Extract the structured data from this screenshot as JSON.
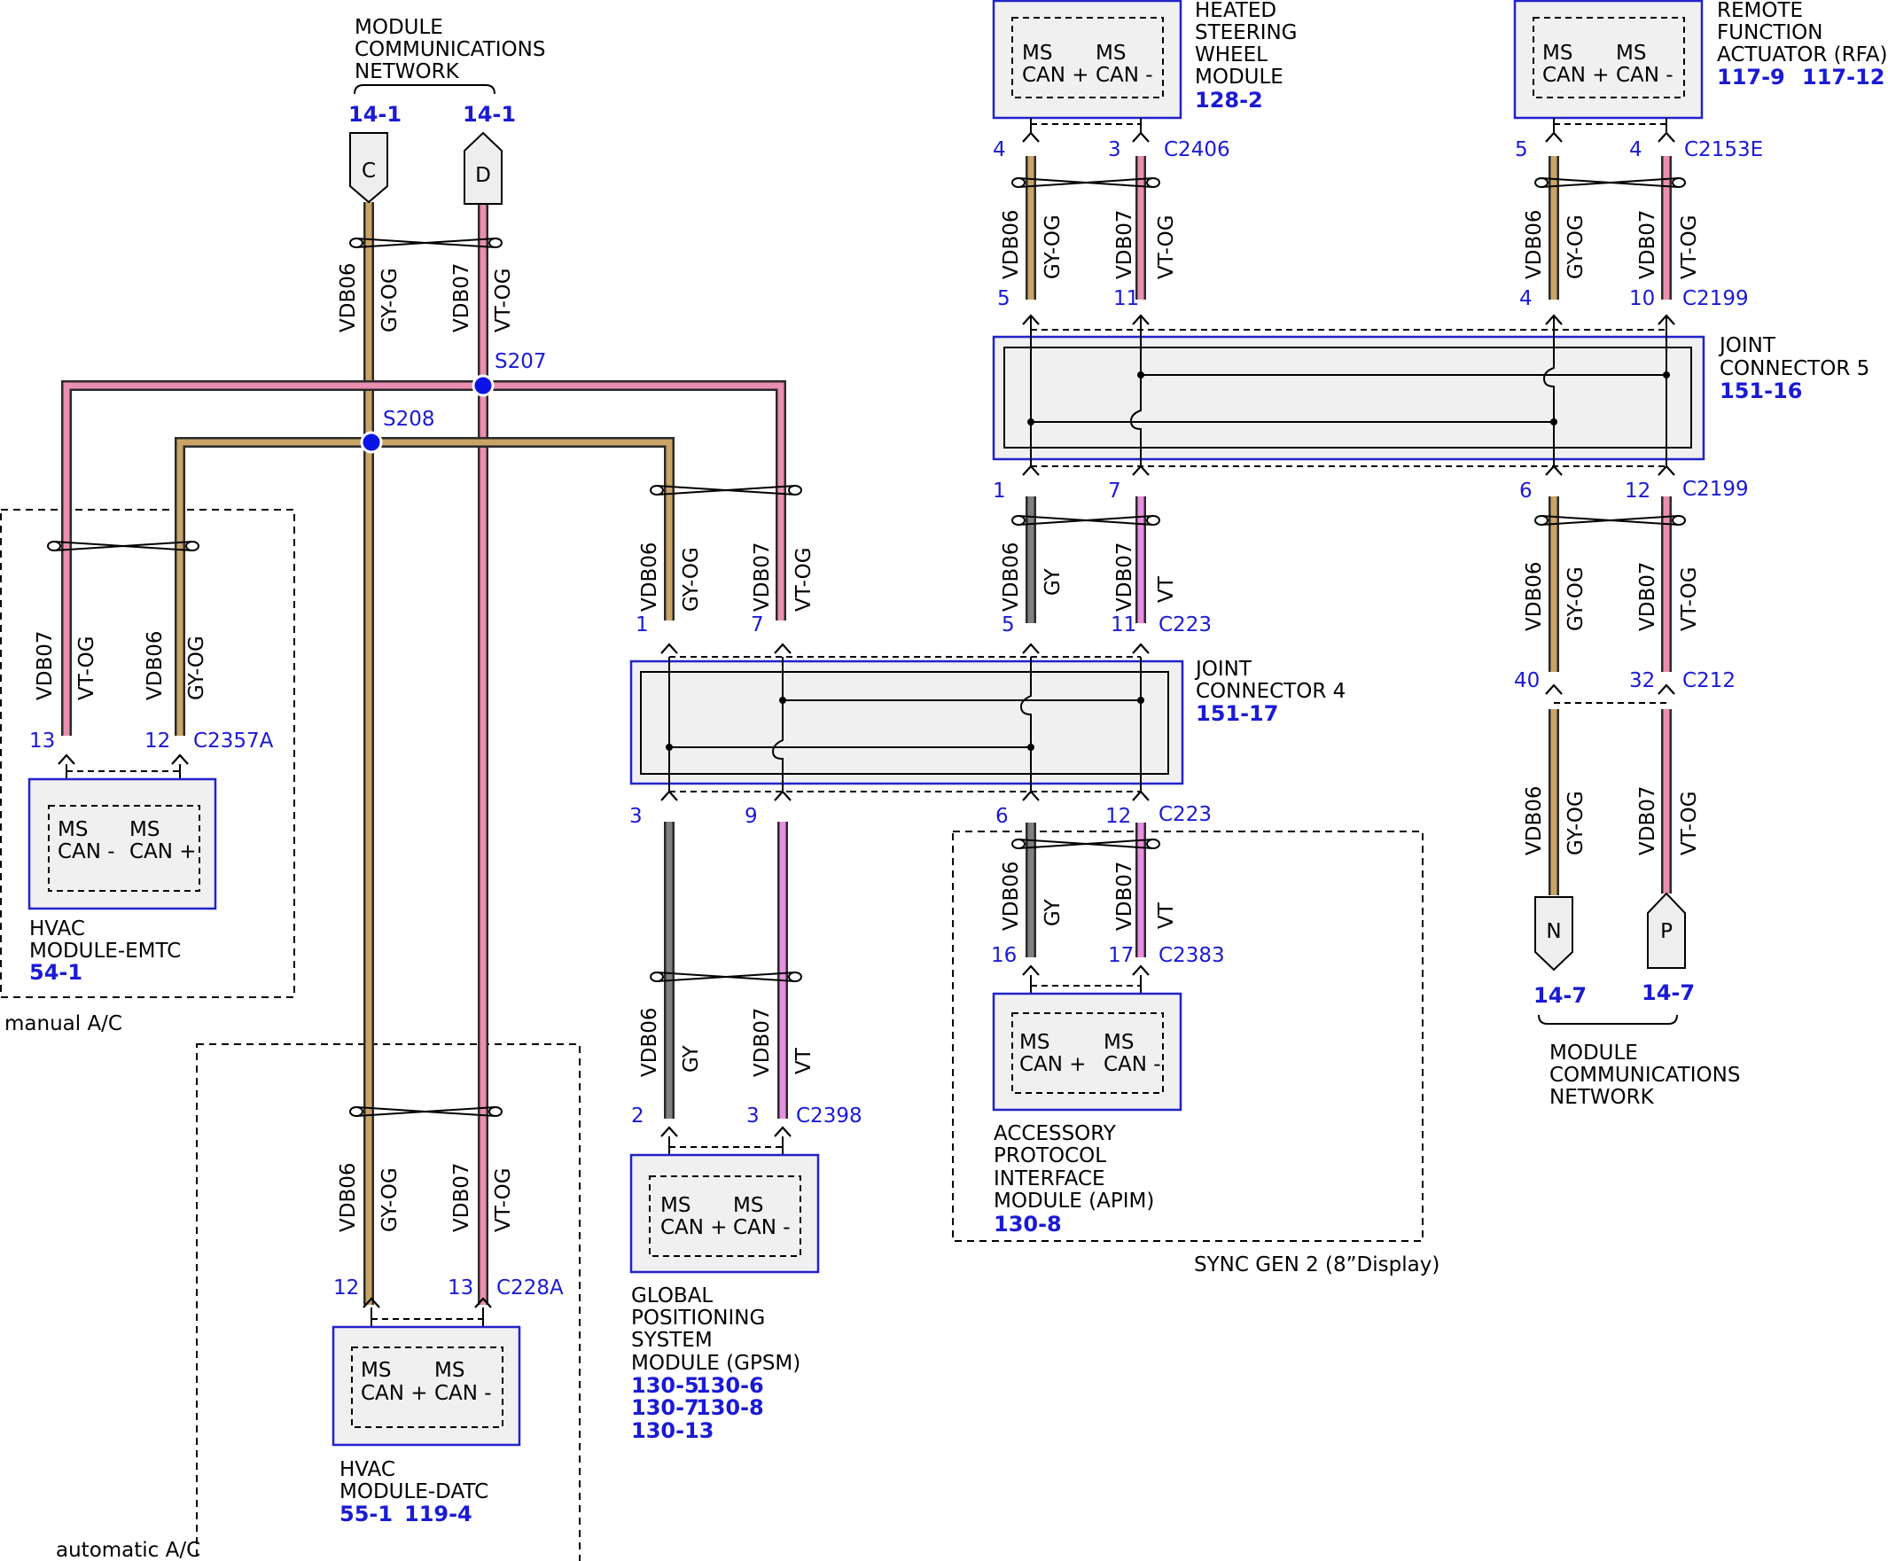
{
  "colors": {
    "gy_og_fill": "#c9a466",
    "vt_og_fill": "#ea8fb1",
    "gy_fill": "#808080",
    "vt_fill": "#e88fe0",
    "pin_text": "#1a1ad6",
    "module_border": "#2222cc",
    "module_fill": "#f0f0f0",
    "splice": "#0a14e6"
  },
  "top": {
    "network_title": [
      "MODULE",
      "COMMUNICATIONS",
      "NETWORK"
    ],
    "ref_c": "14-1",
    "ref_d": "14-1",
    "conn_c": "C",
    "conn_d": "D"
  },
  "wires": {
    "vdb06": "VDB06",
    "vdb07": "VDB07",
    "gy_og": "GY-OG",
    "vt_og": "VT-OG",
    "gy": "GY",
    "vt": "VT"
  },
  "splices": {
    "s207": "S207",
    "s208": "S208"
  },
  "hvac_emtc": {
    "pin_a": "13",
    "pin_b": "12",
    "connector": "C2357A",
    "can_a": [
      "MS",
      "CAN -"
    ],
    "can_b": [
      "MS",
      "CAN +"
    ],
    "name": [
      "HVAC",
      "MODULE-EMTC"
    ],
    "ref": "54-1",
    "option": "manual A/C"
  },
  "hvac_datc": {
    "pin_a": "12",
    "pin_b": "13",
    "connector": "C228A",
    "can_a": [
      "MS",
      "CAN +"
    ],
    "can_b": [
      "MS",
      "CAN -"
    ],
    "name": [
      "HVAC",
      "MODULE-DATC"
    ],
    "ref_a": "55-1",
    "ref_b": "119-4",
    "option": "automatic A/C"
  },
  "jc4_upper": {
    "pin_a": "1",
    "pin_b": "7",
    "pin_c": "5",
    "pin_d": "11",
    "connector": "C223"
  },
  "joint_connector_4": {
    "name": [
      "JOINT",
      "CONNECTOR 4"
    ],
    "ref": "151-17"
  },
  "jc4_lower": {
    "pin_a": "3",
    "pin_b": "9",
    "pin_c": "6",
    "pin_d": "12",
    "connector": "C223"
  },
  "gpsm": {
    "pin_a": "2",
    "pin_b": "3",
    "connector": "C2398",
    "can_a": [
      "MS",
      "CAN +"
    ],
    "can_b": [
      "MS",
      "CAN -"
    ],
    "name": [
      "GLOBAL",
      "POSITIONING",
      "SYSTEM",
      "MODULE (GPSM)"
    ],
    "refs": [
      "130-5",
      "130-6",
      "130-7",
      "130-8",
      "130-13"
    ]
  },
  "apim": {
    "pin_a": "16",
    "pin_b": "17",
    "connector": "C2383",
    "can_a": [
      "MS",
      "CAN +"
    ],
    "can_b": [
      "MS",
      "CAN -"
    ],
    "name": [
      "ACCESSORY",
      "PROTOCOL",
      "INTERFACE",
      "MODULE (APIM)"
    ],
    "ref": "130-8",
    "option": "SYNC GEN 2 (8”Display)"
  },
  "hswm": {
    "pin_a": "4",
    "pin_b": "3",
    "connector": "C2406",
    "can_a": [
      "MS",
      "CAN +"
    ],
    "can_b": [
      "MS",
      "CAN -"
    ],
    "name": [
      "HEATED",
      "STEERING",
      "WHEEL",
      "MODULE"
    ],
    "ref": "128-2"
  },
  "rfa": {
    "pin_a": "5",
    "pin_b": "4",
    "connector": "C2153E",
    "can_a": [
      "MS",
      "CAN +"
    ],
    "can_b": [
      "MS",
      "CAN -"
    ],
    "name": [
      "REMOTE",
      "FUNCTION",
      "ACTUATOR (RFA)"
    ],
    "ref_a": "117-9",
    "ref_b": "117-12"
  },
  "jc5_upper": {
    "pin_a": "5",
    "pin_b": "11",
    "pin_c": "4",
    "pin_d": "10",
    "connector": "C2199"
  },
  "joint_connector_5": {
    "name": [
      "JOINT",
      "CONNECTOR 5"
    ],
    "ref": "151-16"
  },
  "jc5_lower": {
    "pin_a": "1",
    "pin_b": "7",
    "pin_c": "6",
    "pin_d": "12",
    "connector": "C2199"
  },
  "c212": {
    "pin_a": "40",
    "pin_b": "32",
    "connector": "C212"
  },
  "bottom_right": {
    "conn_n": "N",
    "conn_p": "P",
    "ref_n": "14-7",
    "ref_p": "14-7",
    "network_title": [
      "MODULE",
      "COMMUNICATIONS",
      "NETWORK"
    ]
  }
}
